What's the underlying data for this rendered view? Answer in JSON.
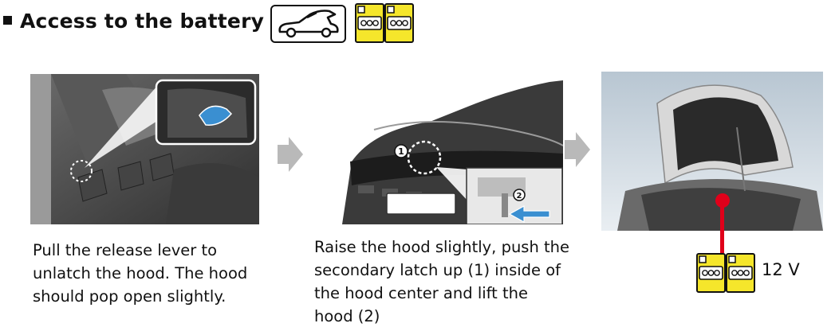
{
  "header": {
    "title": "Access to the battery",
    "icons": [
      "hood-open-car-icon",
      "battery-icon"
    ]
  },
  "steps": [
    {
      "caption": "Pull the release lever to\nunlatch the hood. The hood\nshould pop open slightly.",
      "image": "hood-release-lever-photo"
    },
    {
      "caption": "Raise the hood slightly, push the\nsecondary latch up (1) inside of\nthe hood center and lift the\nhood (2)",
      "image": "hood-secondary-latch-photo",
      "markers": [
        "1",
        "2"
      ]
    },
    {
      "image": "open-hood-engine-bay-photo",
      "battery_label": "12 V"
    }
  ],
  "colors": {
    "battery_fill": "#f5e62b",
    "callout_red": "#e0001a",
    "lift_arrow_blue": "#3a8fd1"
  }
}
